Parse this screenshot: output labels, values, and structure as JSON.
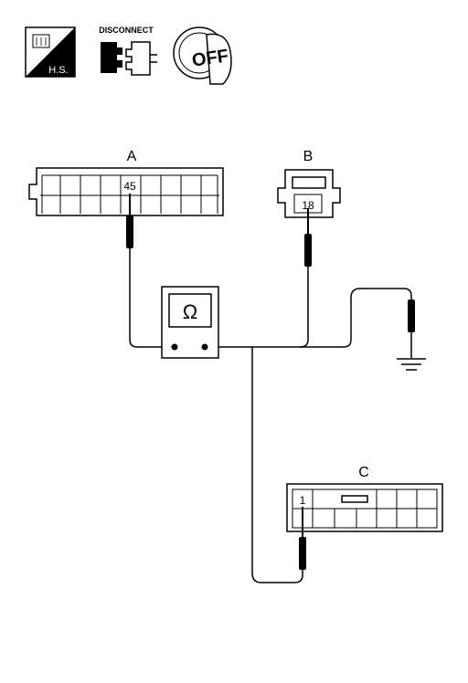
{
  "header_icons": {
    "hs_label": "H.S.",
    "disconnect_label": "DISCONNECT",
    "off_label": "OFF"
  },
  "connectors": {
    "a": {
      "label": "A",
      "pin": "45"
    },
    "b": {
      "label": "B",
      "pin": "18"
    },
    "c": {
      "label": "C",
      "pin": "1"
    }
  },
  "meter": {
    "symbol": "Ω"
  }
}
